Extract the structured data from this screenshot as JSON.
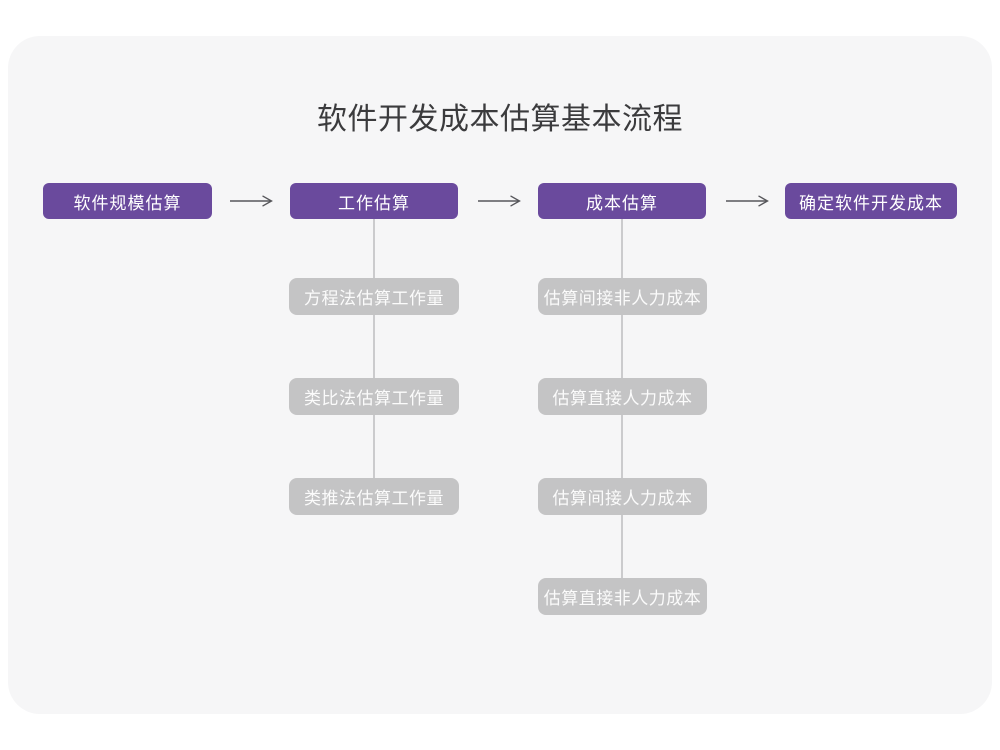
{
  "title": "软件开发成本估算基本流程",
  "colors": {
    "page_bg": "#ffffff",
    "card_bg": "#f6f6f7",
    "stage_box": "#6a4a9d",
    "sub_box": "#c4c4c5",
    "box_text": "#ffffff",
    "title_text": "#3b3b3d",
    "arrow": "#57575b",
    "connector": "#cbcbcd"
  },
  "flow": {
    "stages": [
      {
        "label": "软件规模估算",
        "children": []
      },
      {
        "label": "工作估算",
        "children": [
          "方程法估算工作量",
          "类比法估算工作量",
          "类推法估算工作量"
        ]
      },
      {
        "label": "成本估算",
        "children": [
          "估算间接非人力成本",
          "估算直接人力成本",
          "估算间接人力成本",
          "估算直接非人力成本"
        ]
      },
      {
        "label": "确定软件开发成本",
        "children": []
      }
    ]
  }
}
